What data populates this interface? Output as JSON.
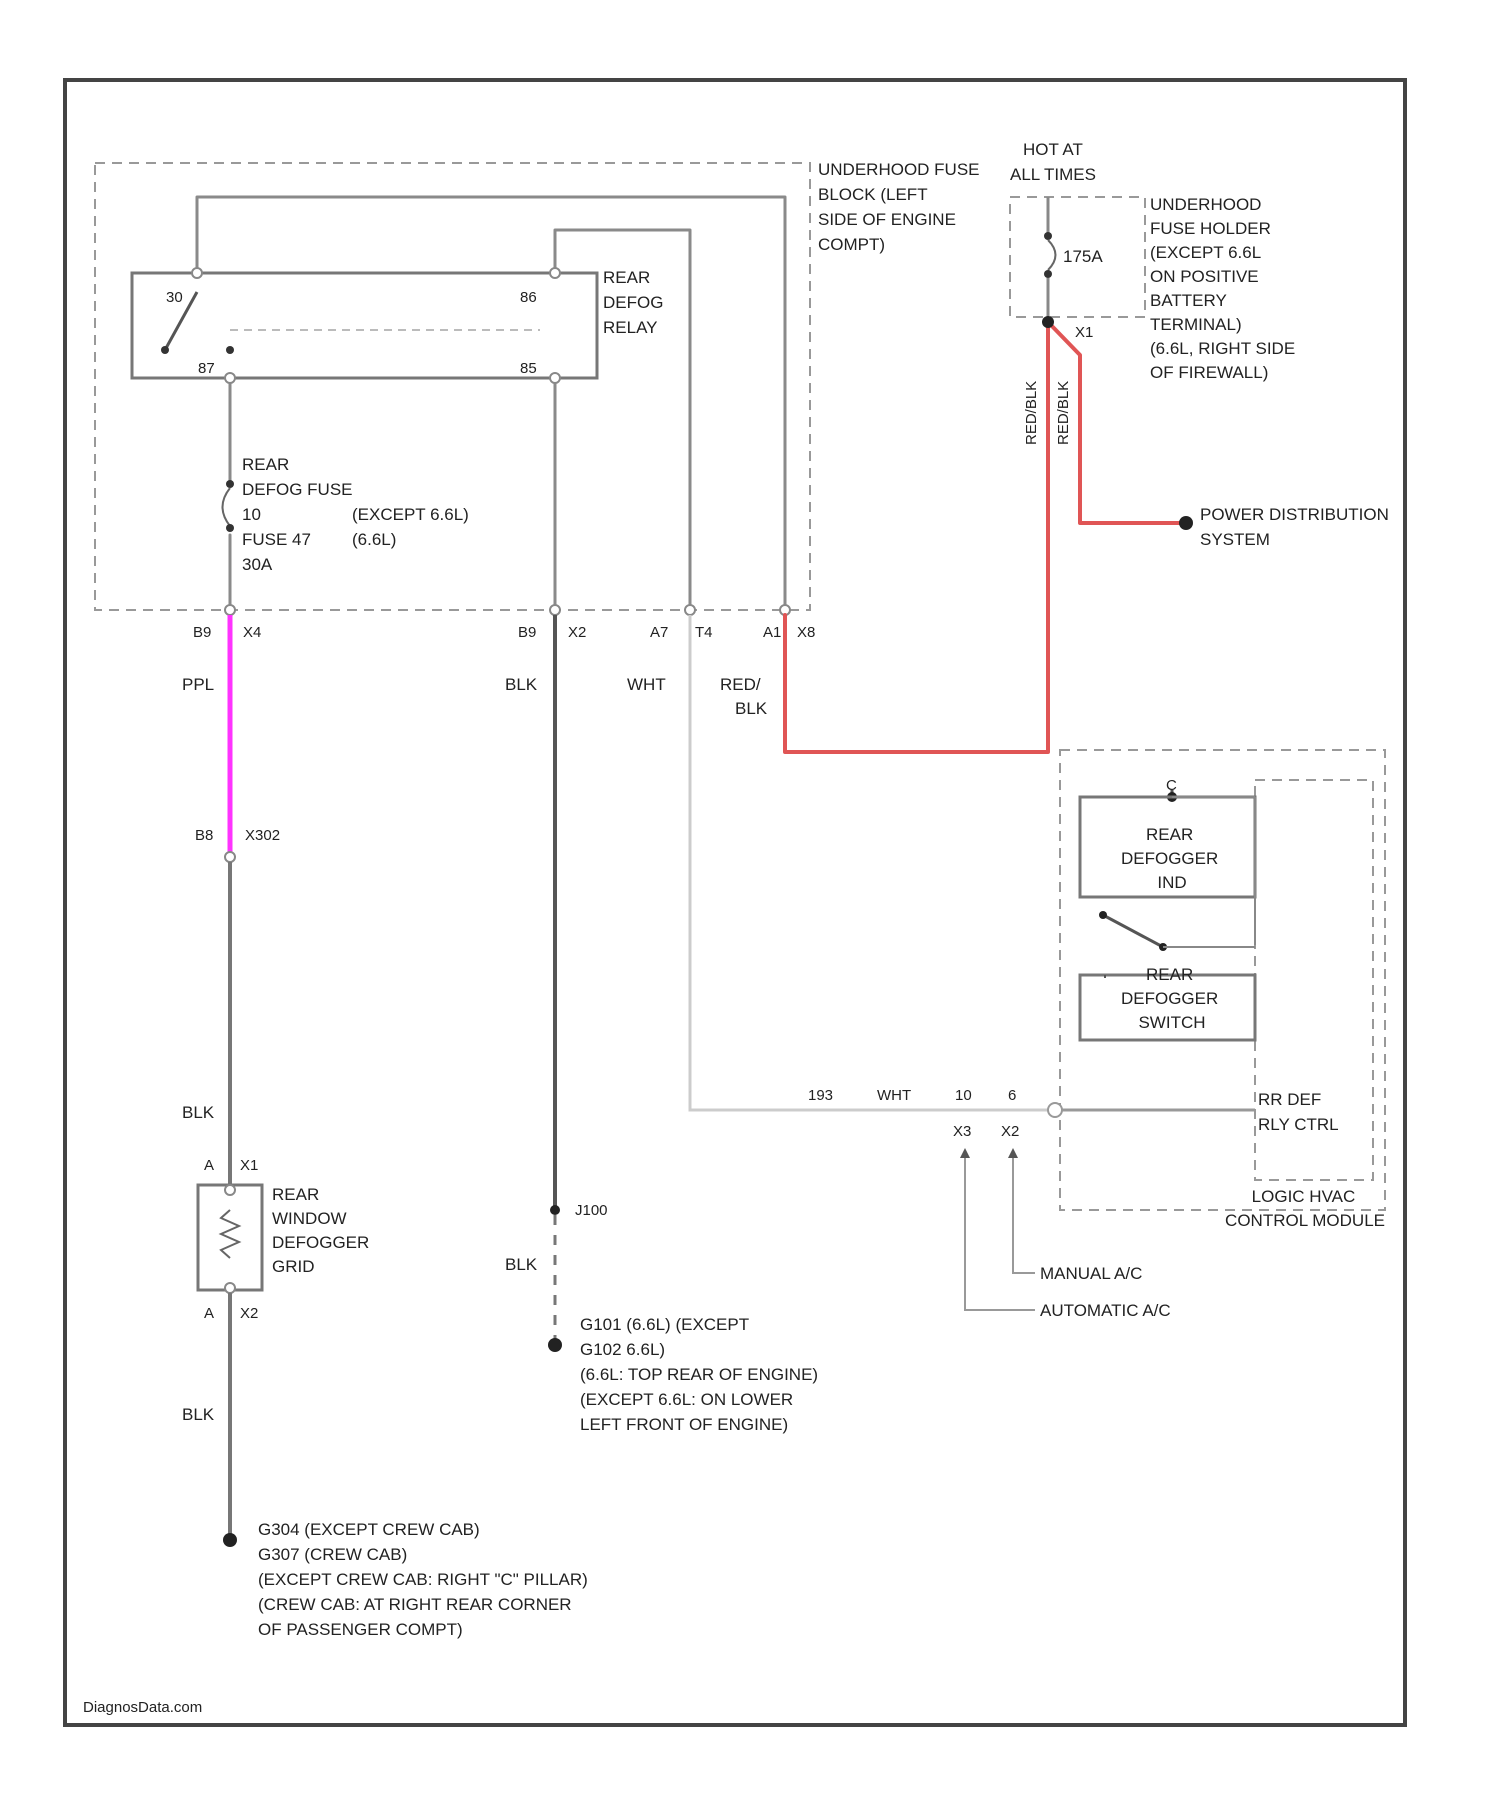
{
  "colors": {
    "frame": "#444444",
    "wire_default": "#8a8a8a",
    "wire_ppl": "#ff33ff",
    "wire_red_blk": "#e05555",
    "wire_wht": "#cccccc",
    "dashed": "#999999"
  },
  "fuse_block": {
    "title": [
      "UNDERHOOD FUSE",
      "BLOCK (LEFT",
      "SIDE OF ENGINE",
      "COMPT)"
    ],
    "hot_label": [
      "HOT AT",
      "ALL TIMES"
    ]
  },
  "relay": {
    "label": [
      "REAR",
      "DEFOG",
      "RELAY"
    ],
    "pins": {
      "p30": "30",
      "p86": "86",
      "p87": "87",
      "p85": "85"
    }
  },
  "fuse": {
    "label": [
      "REAR",
      "DEFOG FUSE"
    ],
    "line3": "10",
    "line3b": "(EXCEPT 6.6L)",
    "line4": "FUSE 47",
    "line4b": "(6.6L)",
    "line5": "30A"
  },
  "fuse_holder": {
    "amp": "175A",
    "pin": "X1",
    "label": [
      "UNDERHOOD",
      "FUSE HOLDER",
      "(EXCEPT 6.6L",
      "ON POSITIVE",
      "BATTERY",
      "TERMINAL)",
      "(6.6L, RIGHT SIDE",
      "OF FIREWALL)"
    ],
    "wire_label_1": "RED/BLK",
    "wire_label_2": "RED/BLK"
  },
  "power_distribution": [
    "POWER DISTRIBUTION",
    "SYSTEM"
  ],
  "bottom_pins": {
    "p1a": "B9",
    "p1b": "X4",
    "p2a": "B9",
    "p2b": "X2",
    "p3a": "A7",
    "p3b": "T4",
    "p4a": "A1",
    "p4b": "X8"
  },
  "wire_colors": {
    "w1": "PPL",
    "w2": "BLK",
    "w3": "WHT",
    "w4a": "RED/",
    "w4b": "BLK",
    "w5": "BLK",
    "w6": "BLK",
    "w7": "BLK"
  },
  "connector_c": {
    "pin": "B8",
    "id": "X302"
  },
  "grid": {
    "label": [
      "REAR",
      "WINDOW",
      "DEFOGGER",
      "GRID"
    ],
    "top_pin_a": "A",
    "top_pin_b": "X1",
    "bot_pin_a": "A",
    "bot_pin_b": "X2"
  },
  "splice": "J100",
  "ground_left": {
    "lines": [
      "G304   (EXCEPT CREW CAB)",
      "G307   (CREW CAB)",
      "(EXCEPT CREW CAB: RIGHT \"C\" PILLAR)",
      "(CREW CAB: AT RIGHT REAR CORNER",
      "OF PASSENGER COMPT)"
    ]
  },
  "ground_mid": {
    "lines": [
      "G101   (6.6L) (EXCEPT",
      "G102   6.6L)",
      "(6.6L: TOP REAR OF ENGINE)",
      "(EXCEPT 6.6L: ON LOWER",
      "LEFT FRONT OF ENGINE)"
    ]
  },
  "module": {
    "top_pin": "C",
    "element_label": [
      "REAR",
      "DEFOGGER",
      "IND"
    ],
    "switch_label": [
      "REAR",
      "DEFOGGER",
      "SWITCH"
    ],
    "output_label": [
      "RR DEF",
      "RLY CTRL"
    ],
    "name": [
      "LOGIC HVAC",
      "CONTROL MODULE"
    ],
    "circuit": "193",
    "wire": "WHT",
    "pin1": "10",
    "pin2": "6",
    "conn1": "X3",
    "conn2": "X2"
  },
  "options": {
    "manual": "MANUAL A/C",
    "automatic": "AUTOMATIC A/C"
  },
  "watermark": "DiagnosData.com"
}
